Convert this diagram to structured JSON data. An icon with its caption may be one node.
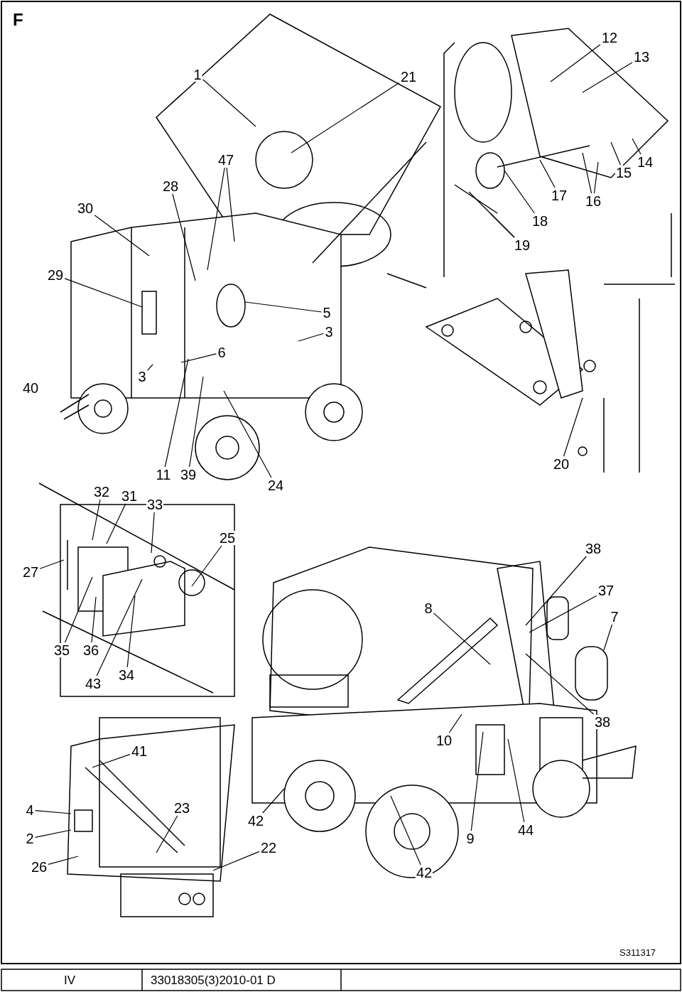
{
  "diagram": {
    "nodes": [
      {
        "text": [
          "1"
        ]
      },
      {
        "text": [
          "21"
        ]
      },
      {
        "text": [
          "12"
        ]
      },
      {
        "text": [
          "13"
        ]
      },
      {
        "text": [
          "47"
        ]
      },
      {
        "text": [
          "28"
        ]
      },
      {
        "text": [
          "30"
        ]
      },
      {
        "text": [
          "14"
        ]
      },
      {
        "text": [
          "15"
        ]
      },
      {
        "text": [
          "16"
        ]
      },
      {
        "text": [
          "17"
        ]
      },
      {
        "text": [
          "18"
        ]
      },
      {
        "text": [
          "19"
        ]
      },
      {
        "text": [
          "29"
        ]
      },
      {
        "text": [
          "5"
        ]
      },
      {
        "text": [
          "3"
        ]
      },
      {
        "text": [
          "6"
        ]
      },
      {
        "text": [
          "3"
        ]
      },
      {
        "text": [
          "20"
        ]
      },
      {
        "text": [
          "11"
        ]
      },
      {
        "text": [
          "39"
        ]
      },
      {
        "text": [
          "24"
        ]
      },
      {
        "text": [
          "32"
        ]
      },
      {
        "text": [
          "31"
        ]
      },
      {
        "text": [
          "33"
        ]
      },
      {
        "text": [
          "25"
        ]
      },
      {
        "text": [
          "27"
        ]
      },
      {
        "text": [
          "38"
        ]
      },
      {
        "text": [
          "37"
        ]
      },
      {
        "text": [
          "8"
        ]
      },
      {
        "text": [
          "7"
        ]
      },
      {
        "text": [
          "35"
        ]
      },
      {
        "text": [
          "36"
        ]
      },
      {
        "text": [
          "43"
        ]
      },
      {
        "text": [
          "34"
        ]
      },
      {
        "text": [
          "38"
        ]
      },
      {
        "text": [
          "41"
        ]
      },
      {
        "text": [
          "10"
        ]
      },
      {
        "text": [
          "4"
        ]
      },
      {
        "text": [
          "23"
        ]
      },
      {
        "text": [
          "2"
        ]
      },
      {
        "text": [
          "42"
        ]
      },
      {
        "text": [
          "22"
        ]
      },
      {
        "text": [
          "9"
        ]
      },
      {
        "text": [
          "44"
        ]
      },
      {
        "text": [
          "26"
        ]
      },
      {
        "text": [
          "42"
        ]
      }
    ],
    "edges": [
      {
        "from": 0,
        "to": null,
        "arrow": "none"
      },
      {
        "from": 1,
        "to": null,
        "arrow": "none"
      },
      {
        "from": 2,
        "to": null,
        "arrow": "none"
      },
      {
        "from": 3,
        "to": null,
        "arrow": "none"
      },
      {
        "from": 4,
        "to": null,
        "arrow": "none"
      },
      {
        "from": 4,
        "to": null,
        "arrow": "none"
      },
      {
        "from": 5,
        "to": null,
        "arrow": "none"
      },
      {
        "from": 6,
        "to": null,
        "arrow": "none"
      },
      {
        "from": 7,
        "to": null,
        "arrow": "none"
      },
      {
        "from": 8,
        "to": null,
        "arrow": "none"
      },
      {
        "from": 9,
        "to": null,
        "arrow": "none"
      },
      {
        "from": 9,
        "to": null,
        "arrow": "none"
      },
      {
        "from": 10,
        "to": null,
        "arrow": "none"
      },
      {
        "from": 11,
        "to": null,
        "arrow": "none"
      },
      {
        "from": 12,
        "to": null,
        "arrow": "none"
      },
      {
        "from": 12,
        "to": null,
        "arrow": "none"
      },
      {
        "from": 13,
        "to": null,
        "arrow": "none"
      },
      {
        "from": 14,
        "to": null,
        "arrow": "none"
      },
      {
        "from": 15,
        "to": null,
        "arrow": "none"
      },
      {
        "from": 16,
        "to": null,
        "arrow": "none"
      },
      {
        "from": 17,
        "to": null,
        "arrow": "none"
      },
      {
        "from": 18,
        "to": null,
        "arrow": "none"
      },
      {
        "from": 19,
        "to": null,
        "arrow": "none"
      },
      {
        "from": 20,
        "to": null,
        "arrow": "none"
      },
      {
        "from": 21,
        "to": null,
        "arrow": "none"
      },
      {
        "from": 22,
        "to": null,
        "arrow": "none"
      },
      {
        "from": 23,
        "to": null,
        "arrow": "none"
      },
      {
        "from": 24,
        "to": null,
        "arrow": "none"
      },
      {
        "from": 25,
        "to": null,
        "arrow": "none"
      },
      {
        "from": 26,
        "to": null,
        "arrow": "none"
      },
      {
        "from": 27,
        "to": null,
        "arrow": "none"
      },
      {
        "from": 28,
        "to": null,
        "arrow": "none"
      },
      {
        "from": 29,
        "to": null,
        "arrow": "none"
      },
      {
        "from": 30,
        "to": null,
        "arrow": "none"
      },
      {
        "from": 31,
        "to": null,
        "arrow": "none"
      },
      {
        "from": 32,
        "to": null,
        "arrow": "none"
      },
      {
        "from": 33,
        "to": null,
        "arrow": "none"
      },
      {
        "from": 34,
        "to": null,
        "arrow": "none"
      },
      {
        "from": 35,
        "to": null,
        "arrow": "none"
      },
      {
        "from": 36,
        "to": null,
        "arrow": "none"
      },
      {
        "from": 37,
        "to": null,
        "arrow": "none"
      },
      {
        "from": 38,
        "to": null,
        "arrow": "none"
      },
      {
        "from": 39,
        "to": null,
        "arrow": "none"
      },
      {
        "from": 40,
        "to": null,
        "arrow": "none"
      },
      {
        "from": 41,
        "to": null,
        "arrow": "none"
      },
      {
        "from": 42,
        "to": null,
        "arrow": "none"
      },
      {
        "from": 43,
        "to": null,
        "arrow": "none"
      },
      {
        "from": 44,
        "to": null,
        "arrow": "none"
      },
      {
        "from": 45,
        "to": null,
        "arrow": "none"
      },
      {
        "from": 46,
        "to": null,
        "arrow": "none"
      }
    ],
    "labels": [
      "F",
      "40",
      "S311317",
      "IV",
      "33018305(3)2010-01 D"
    ]
  }
}
